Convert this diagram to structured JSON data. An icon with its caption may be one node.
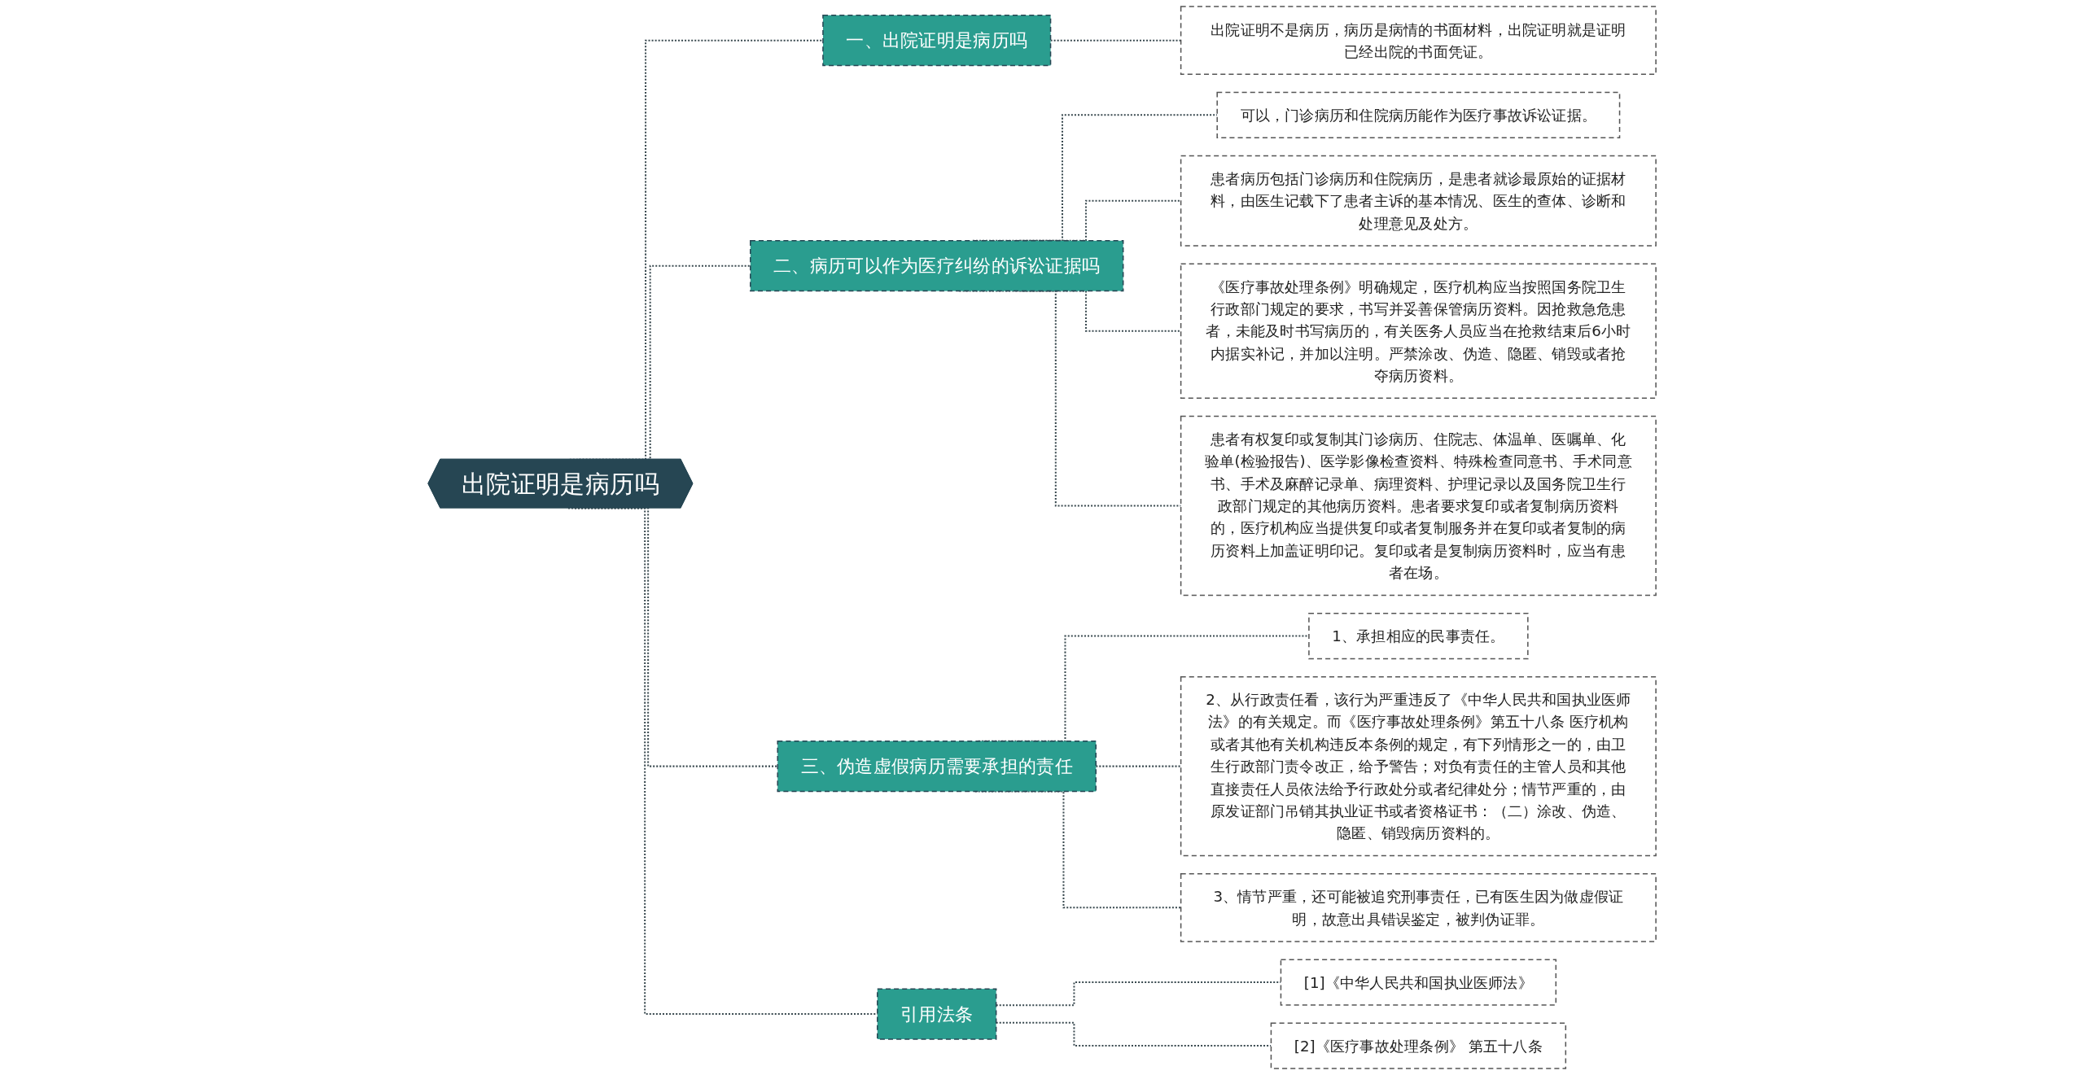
{
  "diagram": {
    "nodes": [
      {
        "text": [
          "出院证明是病历吗"
        ]
      },
      {
        "text": [
          "一、出院证明是病历吗"
        ]
      },
      {
        "text": [
          "出院证明不是病历，病历是病情的书面材料，出院证明就是证明已经出院的书面凭证。"
        ]
      },
      {
        "text": [
          "二、病历可以作为医疗纠纷的诉讼证据吗"
        ]
      },
      {
        "text": [
          "可以，门诊病历和住院病历能作为医疗事故诉讼证据。"
        ]
      },
      {
        "text": [
          "患者病历包括门诊病历和住院病历，是患者就诊最原始的证据材料，由医生记载下了患者主诉的基本情况、医生的查体、诊断和处理意见及处方。"
        ]
      },
      {
        "text": [
          "《医疗事故处理条例》明确规定，医疗机构应当按照国务院卫生行政部门规定的要求，书写并妥善保管病历资料。因抢救急危患者，未能及时书写病历的，有关医务人员应当在抢救结束后6小时内据实补记，并加以注明。严禁涂改、伪造、隐匿、销毁或者抢夺病历资料。"
        ]
      },
      {
        "text": [
          "患者有权复印或复制其门诊病历、住院志、体温单、医嘱单、化验单(检验报告)、医学影像检查资料、特殊检查同意书、手术同意书、手术及麻醉记录单、病理资料、护理记录以及国务院卫生行政部门规定的其他病历资料。患者要求复印或者复制病历资料的，医疗机构应当提供复印或者复制服务并在复印或者复制的病历资料上加盖证明印记。复印或者是复制病历资料时，应当有患者在场。"
        ]
      },
      {
        "text": [
          "三、伪造虚假病历需要承担的责任"
        ]
      },
      {
        "text": [
          "1、承担相应的民事责任。"
        ]
      },
      {
        "text": [
          "2、从行政责任看，该行为严重违反了《中华人民共和国执业医师法》的有关规定。而《医疗事故处理条例》第五十八条 医疗机构或者其他有关机构违反本条例的规定，有下列情形之一的，由卫生行政部门责令改正，给予警告；对负有责任的主管人员和其他直接责任人员依法给予行政处分或者纪律处分；情节严重的，由原发证部门吊销其执业证书或者资格证书：（二）涂改、伪造、隐匿、销毁病历资料的。"
        ]
      },
      {
        "text": [
          "3、情节严重，还可能被追究刑事责任，已有医生因为做虚假证明，故意出具错误鉴定，被判伪证罪。"
        ]
      },
      {
        "text": [
          "引用法条"
        ]
      },
      {
        "text": [
          "[1]《中华人民共和国执业医师法》"
        ]
      },
      {
        "text": [
          "[2]《医疗事故处理条例》 第五十八条"
        ]
      }
    ],
    "edges": [
      {
        "from": 0,
        "to": 1,
        "arrow": "none",
        "style": "dashed"
      },
      {
        "from": 1,
        "to": 2,
        "arrow": "none",
        "style": "dashed"
      },
      {
        "from": 0,
        "to": 3,
        "arrow": "none",
        "style": "dashed"
      },
      {
        "from": 3,
        "to": 4,
        "arrow": "none",
        "style": "dashed"
      },
      {
        "from": 3,
        "to": 5,
        "arrow": "none",
        "style": "dashed"
      },
      {
        "from": 3,
        "to": 6,
        "arrow": "none",
        "style": "dashed"
      },
      {
        "from": 3,
        "to": 7,
        "arrow": "none",
        "style": "dashed"
      },
      {
        "from": 0,
        "to": 8,
        "arrow": "none",
        "style": "dashed"
      },
      {
        "from": 8,
        "to": 9,
        "arrow": "none",
        "style": "dashed"
      },
      {
        "from": 8,
        "to": 10,
        "arrow": "none",
        "style": "dashed"
      },
      {
        "from": 8,
        "to": 11,
        "arrow": "none",
        "style": "dashed"
      },
      {
        "from": 0,
        "to": 12,
        "arrow": "none",
        "style": "dashed"
      },
      {
        "from": 12,
        "to": 13,
        "arrow": "none",
        "style": "dashed"
      },
      {
        "from": 12,
        "to": 14,
        "arrow": "none",
        "style": "dashed"
      }
    ]
  }
}
